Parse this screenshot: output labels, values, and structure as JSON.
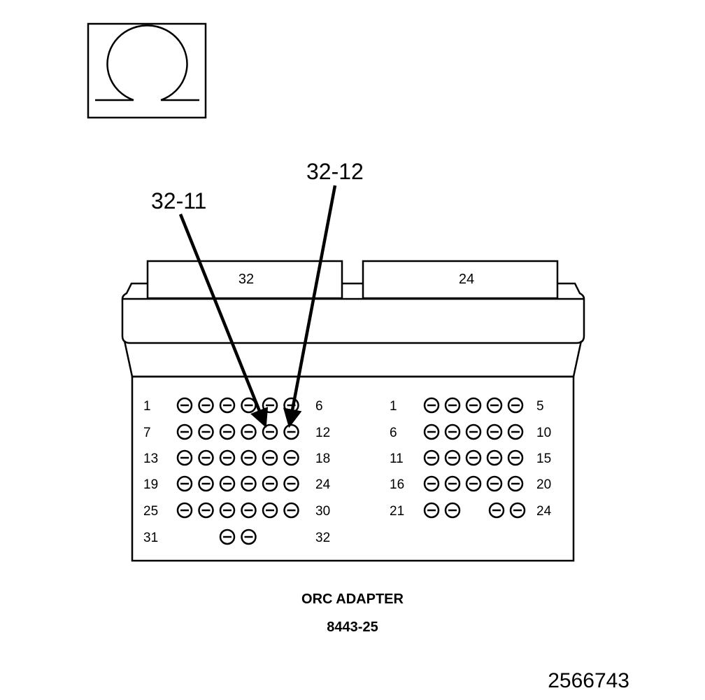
{
  "icon": {
    "name": "ohm-symbol-icon"
  },
  "callouts": {
    "left": "32-11",
    "right": "32-12"
  },
  "connectors": {
    "left": {
      "tab_label": "32",
      "rows": [
        {
          "start": "1",
          "end": "6",
          "pins": 6
        },
        {
          "start": "7",
          "end": "12",
          "pins": 6
        },
        {
          "start": "13",
          "end": "18",
          "pins": 6
        },
        {
          "start": "19",
          "end": "24",
          "pins": 6
        },
        {
          "start": "25",
          "end": "30",
          "pins": 6
        },
        {
          "start": "31",
          "end": "32",
          "pins": 2
        }
      ]
    },
    "right": {
      "tab_label": "24",
      "rows": [
        {
          "start": "1",
          "end": "5",
          "pins": 5
        },
        {
          "start": "6",
          "end": "10",
          "pins": 5
        },
        {
          "start": "11",
          "end": "15",
          "pins": 5
        },
        {
          "start": "16",
          "end": "20",
          "pins": 5
        },
        {
          "start": "21",
          "end": "24",
          "pins": 4
        }
      ]
    }
  },
  "title": {
    "line1": "ORC ADAPTER",
    "line2": "8443-25"
  },
  "figure_id": "2566743"
}
